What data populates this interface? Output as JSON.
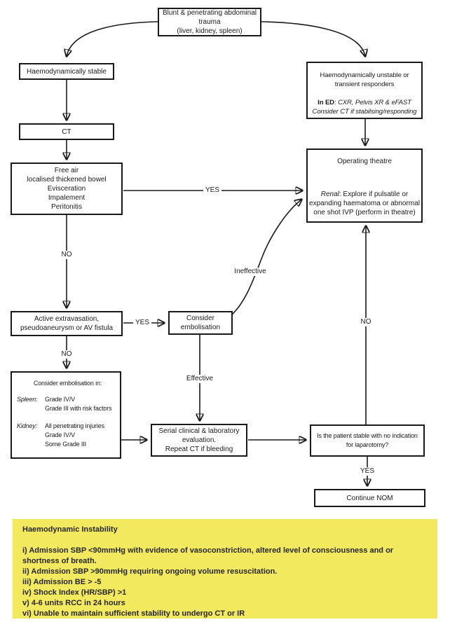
{
  "colors": {
    "ink": "#1a1a1a",
    "note_bg": "#f3e95e",
    "note_text": "#262626"
  },
  "nodes": {
    "trauma": {
      "l1": "Blunt & penetrating abdominal",
      "l2": "trauma",
      "l3": "(liver, kidney, spleen)"
    },
    "stable": {
      "l1": "Haemodynamically stable"
    },
    "ct": {
      "l1": "CT"
    },
    "free_air": {
      "l1": "Free air",
      "l2": "localised thickened bowel",
      "l3": "Evisceration",
      "l4": "Impalement",
      "l5": "Peritonitis"
    },
    "unstable": {
      "l1": "Haemodynamically unstable or",
      "l2": "transient responders",
      "in_ed_label": "In ED",
      "in_ed_sep": ": ",
      "in_ed_text": "CXR, Pelvis XR & eFAST",
      "l4": "Consider CT if stabilsing/responding"
    },
    "theatre": {
      "l1": "Operating theatre",
      "renal_label": "Renal",
      "renal_text": ": Explore if pulsatile or",
      "l3": "expanding haematoma or abnormal",
      "l4": "one shot IVP (perform in theatre)"
    },
    "extravasation": {
      "l1": "Active extravasation,",
      "l2": "pseudoaneurysm or AV fistula"
    },
    "embolisation": {
      "l1": "Consider",
      "l2": "embolisation"
    },
    "embolisation_in": {
      "title": "Consider embolisation in:",
      "spleen_label": "Spleen:",
      "spleen_1": "Grade IV/V",
      "spleen_2": "Grade III with risk factors",
      "kidney_label": "Kidney:",
      "kidney_1": "All penetrating injuries",
      "kidney_2": "Grade IV/V",
      "kidney_3": "Some Grade III"
    },
    "serial": {
      "l1": "Serial clinical & laboratory",
      "l2": "evaluation.",
      "l3": "Repeat CT if bleeding"
    },
    "stable_question": {
      "l1": "Is the patient stable with no indication",
      "l2": "for laparotomy?"
    },
    "continue_nom": {
      "l1": "Continue NOM"
    }
  },
  "edge_labels": {
    "yes_theatre": "YES",
    "no_extravasation": "NO",
    "yes_embolisation": "YES",
    "no_embolisation_in": "NO",
    "ineffective": "Ineffective",
    "effective": "Effective",
    "no_theatre": "NO",
    "yes_nom": "YES"
  },
  "note": {
    "title": "Haemodynamic Instability",
    "items": [
      "i) Admission SBP <90mmHg with evidence of vasoconstriction, altered level of consciousness and or shortness of breath.",
      "ii) Admission SBP >90mmHg requiring ongoing volume resuscitation.",
      "iii) Admission BE > -5",
      "iv) Shock Index (HR/SBP) >1",
      "v) 4-6 units RCC in 24 hours",
      "vi) Unable to maintain sufficient stability to undergo CT or IR"
    ]
  }
}
